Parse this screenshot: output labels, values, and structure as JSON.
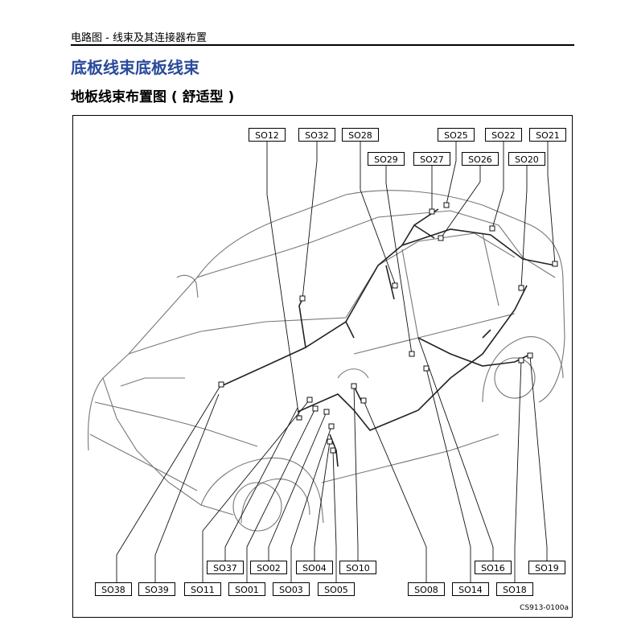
{
  "header": {
    "breadcrumb": "电路图 - 线束及其连接器布置"
  },
  "page_title": "底板线束底板线束",
  "section_title": "地板线束布置图 ( 舒适型 )",
  "figure_id": "CS913-0100a",
  "connectors": {
    "so01": "SO01",
    "so02": "SO02",
    "so03": "SO03",
    "so04": "SO04",
    "so05": "SO05",
    "so08": "SO08",
    "so10": "SO10",
    "so11": "SO11",
    "so12": "SO12",
    "so14": "SO14",
    "so16": "SO16",
    "so18": "SO18",
    "so19": "SO19",
    "so20": "SO20",
    "so21": "SO21",
    "so22": "SO22",
    "so25": "SO25",
    "so26": "SO26",
    "so27": "SO27",
    "so28": "SO28",
    "so29": "SO29",
    "so32": "SO32",
    "so37": "SO37",
    "so38": "SO38",
    "so39": "SO39"
  }
}
